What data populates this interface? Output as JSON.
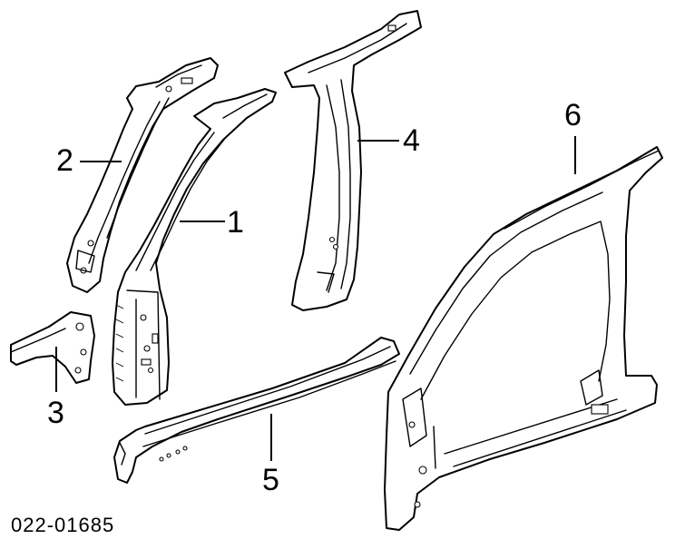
{
  "diagram": {
    "callouts": [
      {
        "id": "1",
        "label": "1"
      },
      {
        "id": "2",
        "label": "2"
      },
      {
        "id": "3",
        "label": "3"
      },
      {
        "id": "4",
        "label": "4"
      },
      {
        "id": "5",
        "label": "5"
      },
      {
        "id": "6",
        "label": "6"
      }
    ],
    "part_code": "022-01685"
  }
}
